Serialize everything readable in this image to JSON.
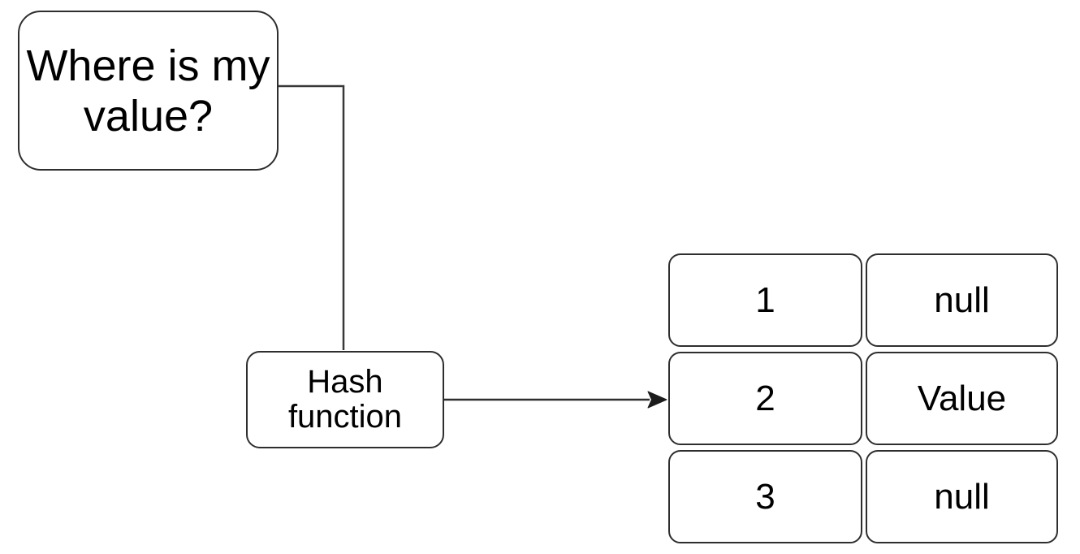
{
  "diagram": {
    "query_box": {
      "label": "Where is my value?"
    },
    "hash_box": {
      "label": "Hash function"
    },
    "hash_table": {
      "rows": [
        {
          "key": "1",
          "value": "null"
        },
        {
          "key": "2",
          "value": "Value"
        },
        {
          "key": "3",
          "value": "null"
        }
      ]
    },
    "colors": {
      "stroke": "#2e2e2e",
      "fill": "#ffffff",
      "text": "#000000"
    }
  }
}
